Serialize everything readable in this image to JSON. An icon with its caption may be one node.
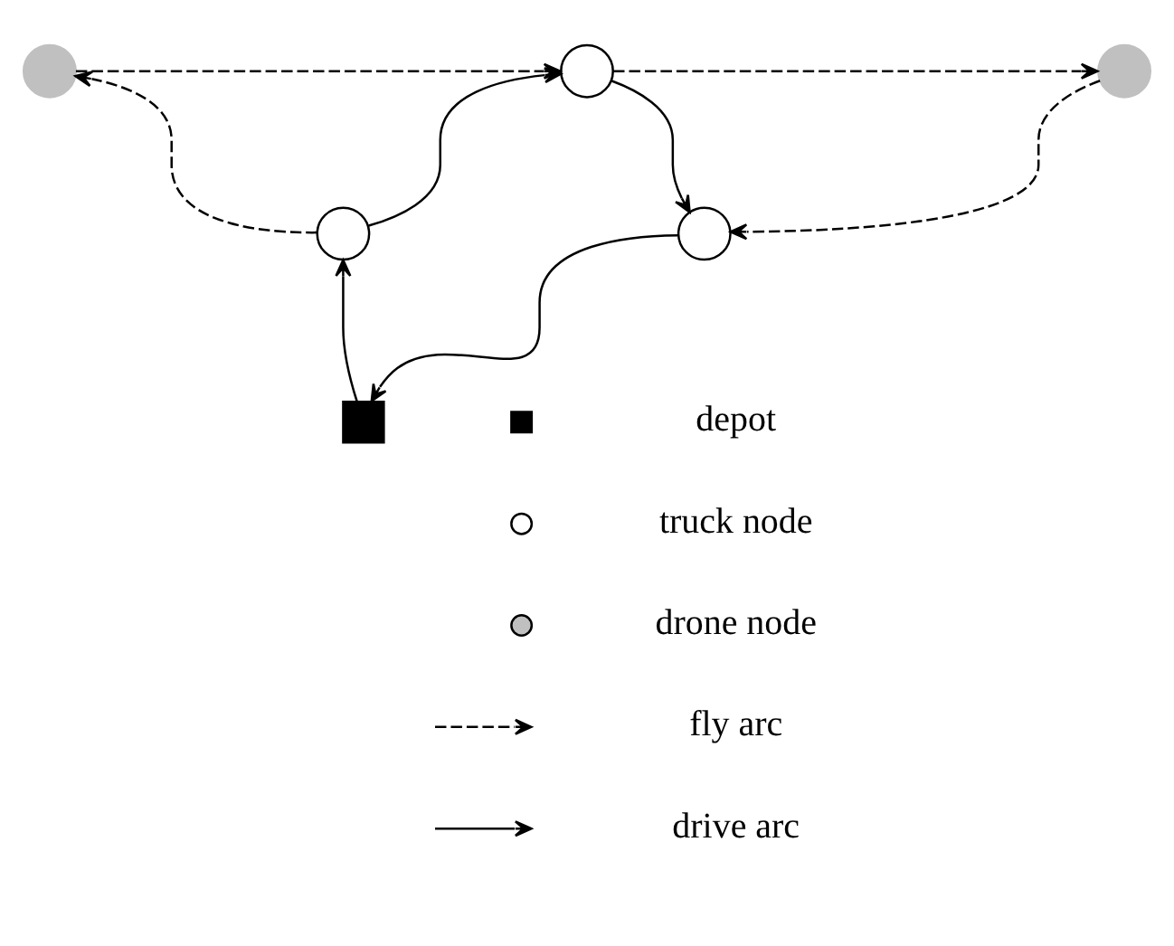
{
  "diagram": {
    "nodes": [
      {
        "text": [],
        "shape": "circle"
      },
      {
        "text": [],
        "shape": "circle"
      },
      {
        "text": [],
        "shape": "circle"
      },
      {
        "text": [],
        "shape": "circle"
      },
      {
        "text": [],
        "shape": "circle"
      },
      {
        "text": [],
        "shape": "box"
      }
    ],
    "edges": [
      {
        "from": 0,
        "to": 1,
        "arrow": "to",
        "style": "dashed"
      },
      {
        "from": 1,
        "to": 2,
        "arrow": "to",
        "style": "dashed"
      },
      {
        "from": 2,
        "to": 4,
        "arrow": "to",
        "style": "dashed"
      },
      {
        "from": 3,
        "to": 0,
        "arrow": "to",
        "style": "dashed"
      },
      {
        "from": 3,
        "to": 1,
        "arrow": "to"
      },
      {
        "from": 1,
        "to": 4,
        "arrow": "to"
      },
      {
        "from": 5,
        "to": 3,
        "arrow": "to"
      },
      {
        "from": 4,
        "to": 5,
        "arrow": "to"
      }
    ],
    "legend": [
      {
        "text": "depot"
      },
      {
        "text": "truck node"
      },
      {
        "text": "drone node"
      },
      {
        "text": "fly arc"
      },
      {
        "text": "drive arc"
      }
    ]
  }
}
